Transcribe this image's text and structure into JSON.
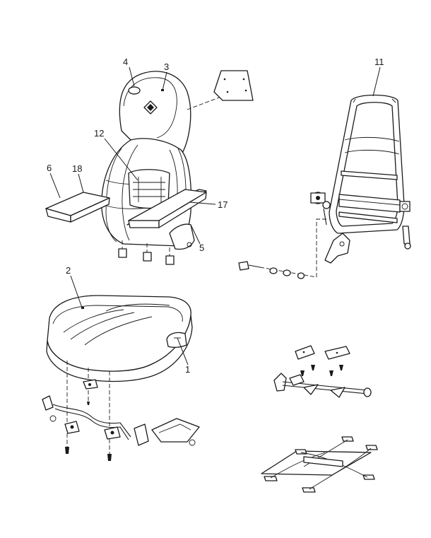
{
  "callouts": {
    "c1": "1",
    "c2": "2",
    "c3": "3",
    "c4": "4",
    "c5": "5",
    "c6": "6",
    "c11": "11",
    "c12": "12",
    "c17": "17",
    "c18": "18"
  }
}
